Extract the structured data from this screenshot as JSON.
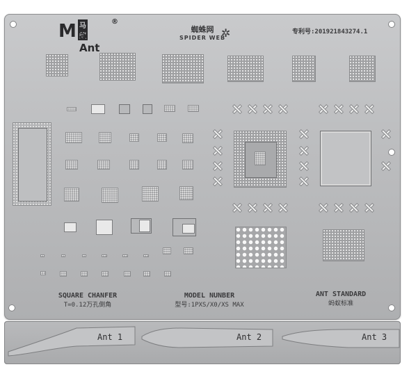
{
  "brand": {
    "logo_text": "MaAnt",
    "logo_cn": "马蚁",
    "logo_mark": "®",
    "product_cn": "蜘蛛网",
    "product_en": "SPIDER WEB",
    "patent": "专利号:201921843274.1"
  },
  "labels": {
    "square_chanfer": "SQUARE CHANFER",
    "square_chanfer_sub": "T=0.12万孔倒角",
    "model_number": "MODEL NUNBER",
    "model_number_sub": "型号:1PXS/X0/XS MAX",
    "ant_standard": "ANT STANDARD",
    "ant_standard_sub": "蚂蚁标准"
  },
  "tools": {
    "ant1": "Ant 1",
    "ant2": "Ant 2",
    "ant3": "Ant 3"
  },
  "icons": {
    "spider": "spider-icon"
  }
}
